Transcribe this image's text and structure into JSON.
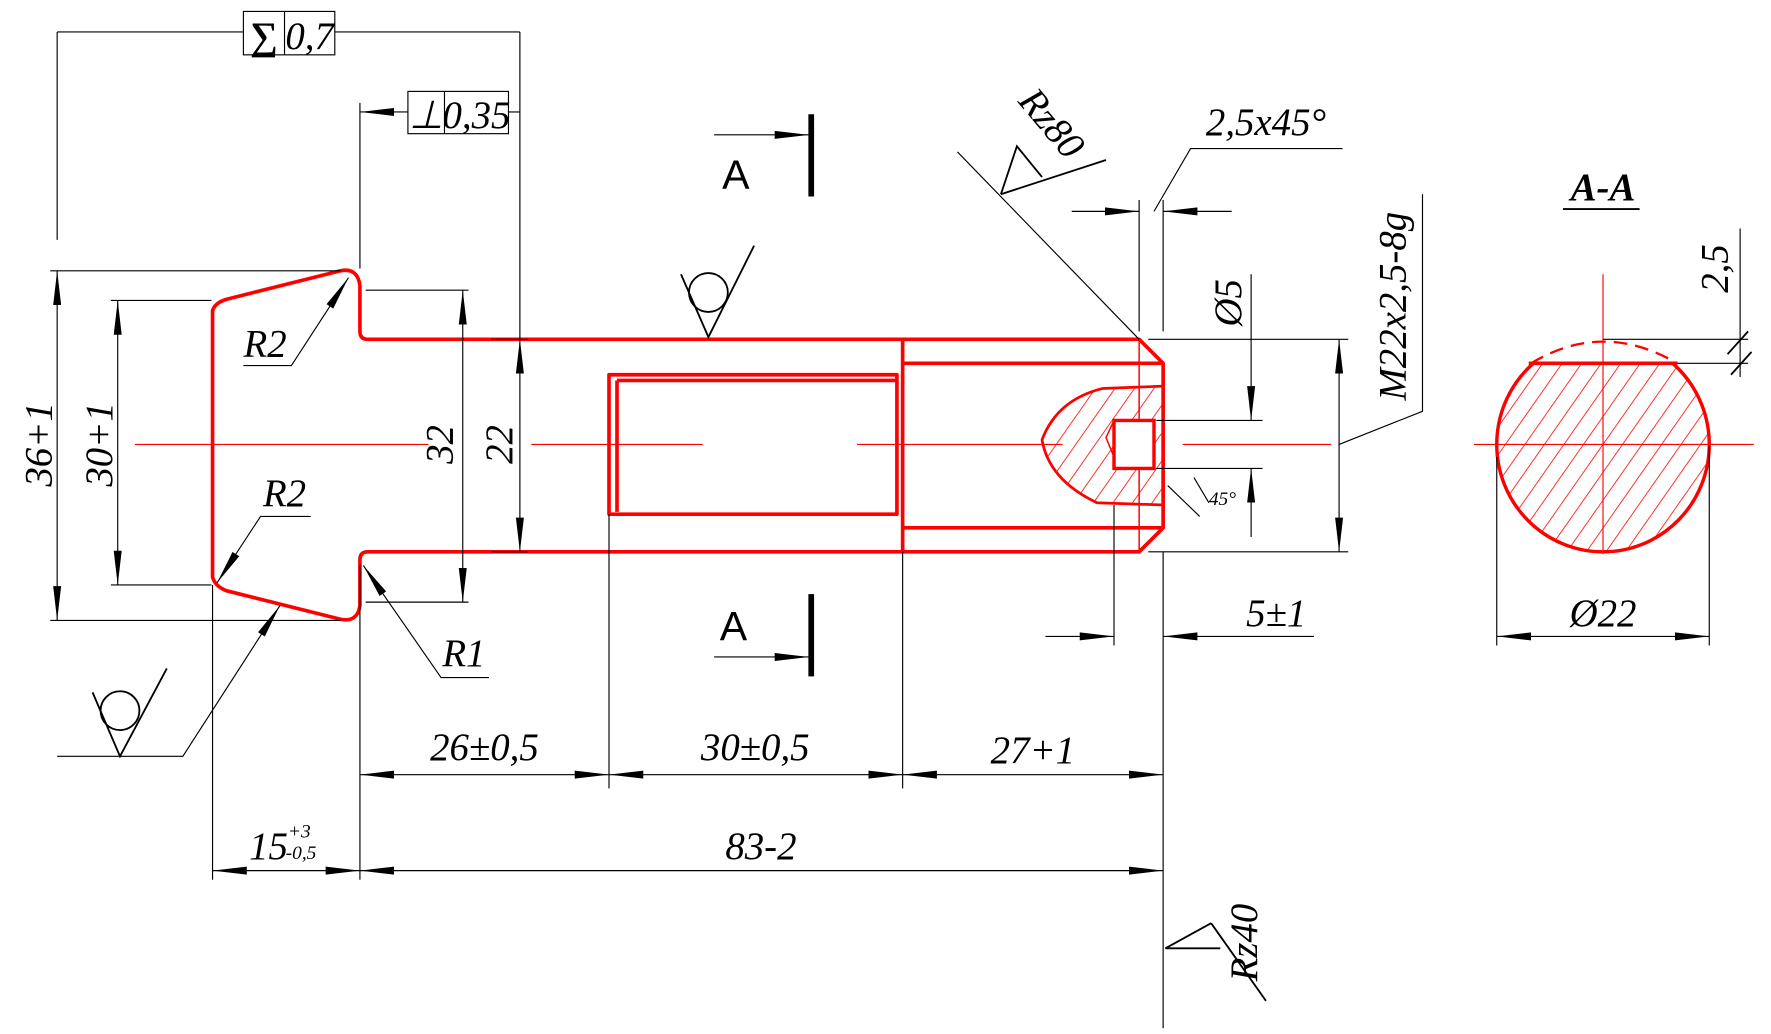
{
  "colors": {
    "part": "#ff0000",
    "dimension": "#000000"
  },
  "tolerance_frames": [
    {
      "symbol": "∑",
      "value": "0,7"
    },
    {
      "symbol": "⊥",
      "value": "0,35"
    }
  ],
  "section_marks": {
    "top": "A",
    "bottom": "A",
    "view_title": "A-A"
  },
  "radii": {
    "head_top": "R2",
    "head_bottom": "R2",
    "fillet": "R1"
  },
  "dimensions": {
    "head_height": "36+1",
    "head_face": "30+1",
    "shoulder": "32",
    "shaft_dia": "22",
    "len_26": "26±0,5",
    "len_30": "30±0,5",
    "len_27": "27+1",
    "head_len": "15",
    "head_len_upper": "+3",
    "head_len_lower": "-0,5",
    "total_len": "83-2",
    "chamfer": "2,5x45°",
    "hole_dia": "Ø5",
    "thread": "M22x2,5-8g",
    "angle": "45°",
    "hole_depth": "5±1",
    "section_dia": "Ø22",
    "flat_depth": "2,5"
  },
  "roughness": {
    "end": "Rz80",
    "face": "Rz40"
  }
}
